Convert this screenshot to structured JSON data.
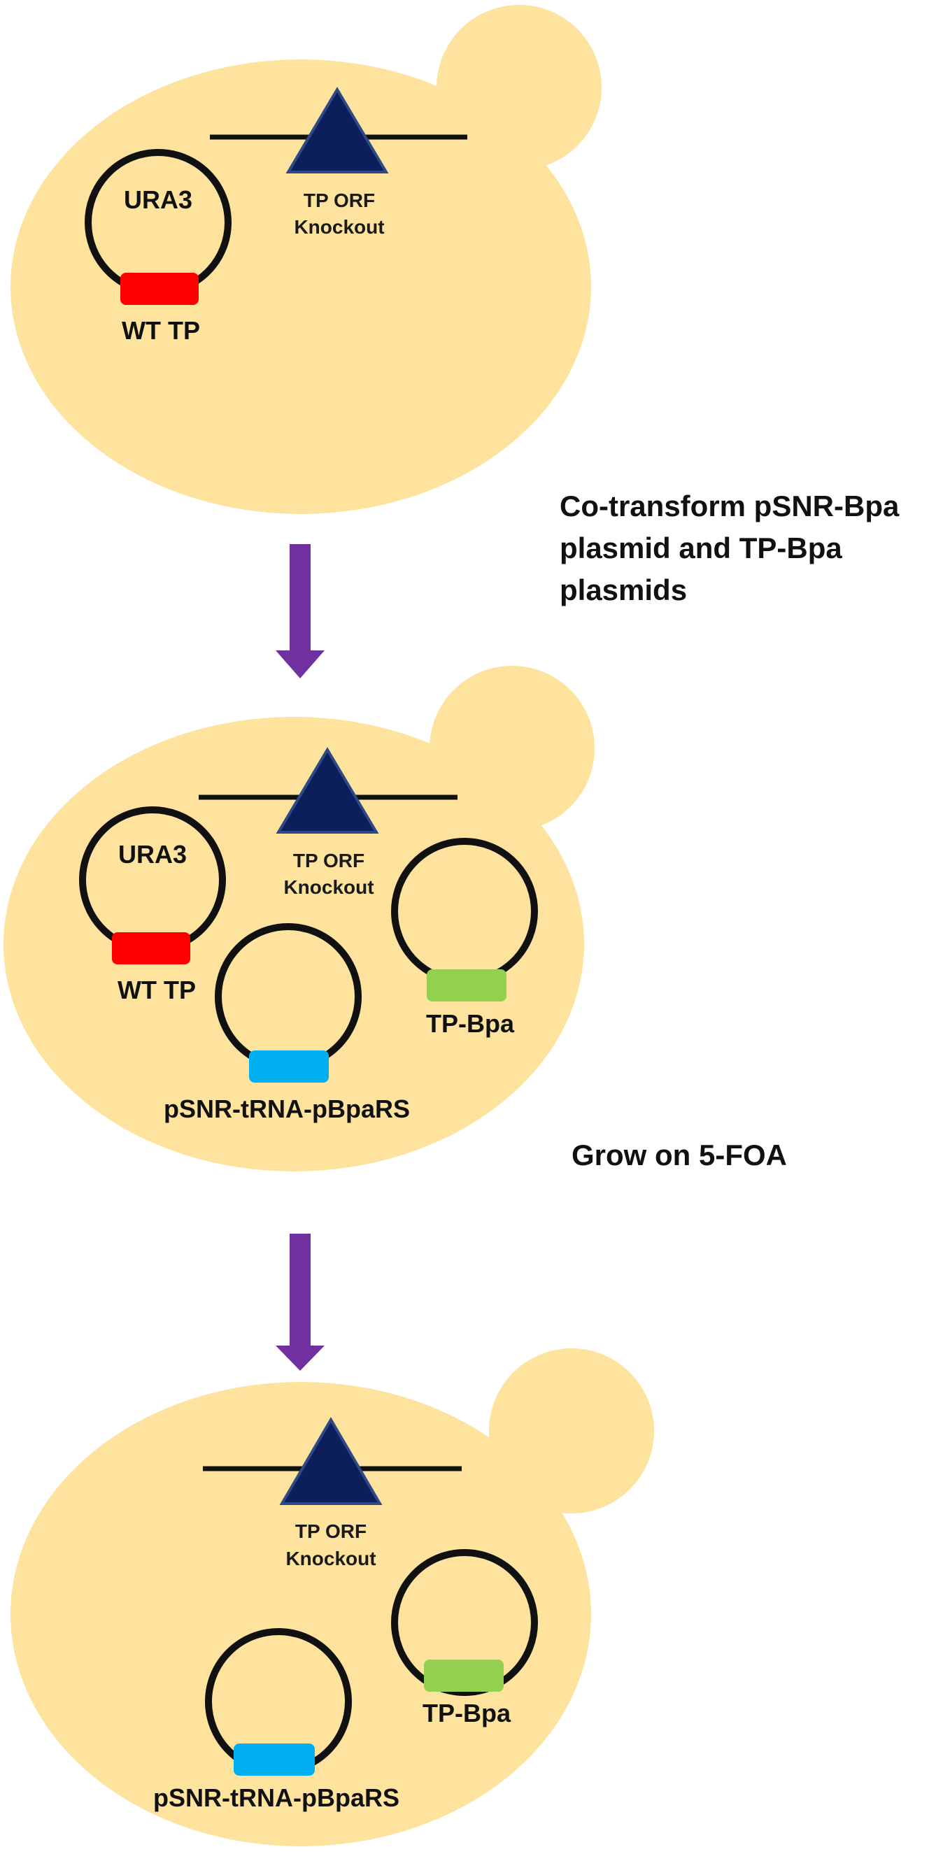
{
  "colors": {
    "cell": "#fde39e",
    "triangle": "#0d1f5a",
    "wt_tp_block": "#ff0000",
    "tp_bpa_block": "#92d050",
    "psnr_block": "#00b0f0",
    "arrow": "#7030a0"
  },
  "panels": [
    {
      "knockout_label_1": "TP ORF",
      "knockout_label_2": "Knockout",
      "ura3_label": "URA3",
      "wt_tp_label": "WT TP"
    },
    {
      "knockout_label_1": "TP ORF",
      "knockout_label_2": "Knockout",
      "ura3_label": "URA3",
      "wt_tp_label": "WT TP",
      "tp_bpa_label": "TP-Bpa",
      "psnr_label": "pSNR-tRNA-pBpaRS"
    },
    {
      "knockout_label_1": "TP ORF",
      "knockout_label_2": "Knockout",
      "tp_bpa_label": "TP-Bpa",
      "psnr_label": "pSNR-tRNA-pBpaRS"
    }
  ],
  "steps": [
    {
      "lines": [
        "Co-transform pSNR-Bpa",
        "plasmid and TP-Bpa",
        "plasmids"
      ]
    },
    {
      "lines": [
        "Grow on 5-FOA"
      ]
    }
  ]
}
